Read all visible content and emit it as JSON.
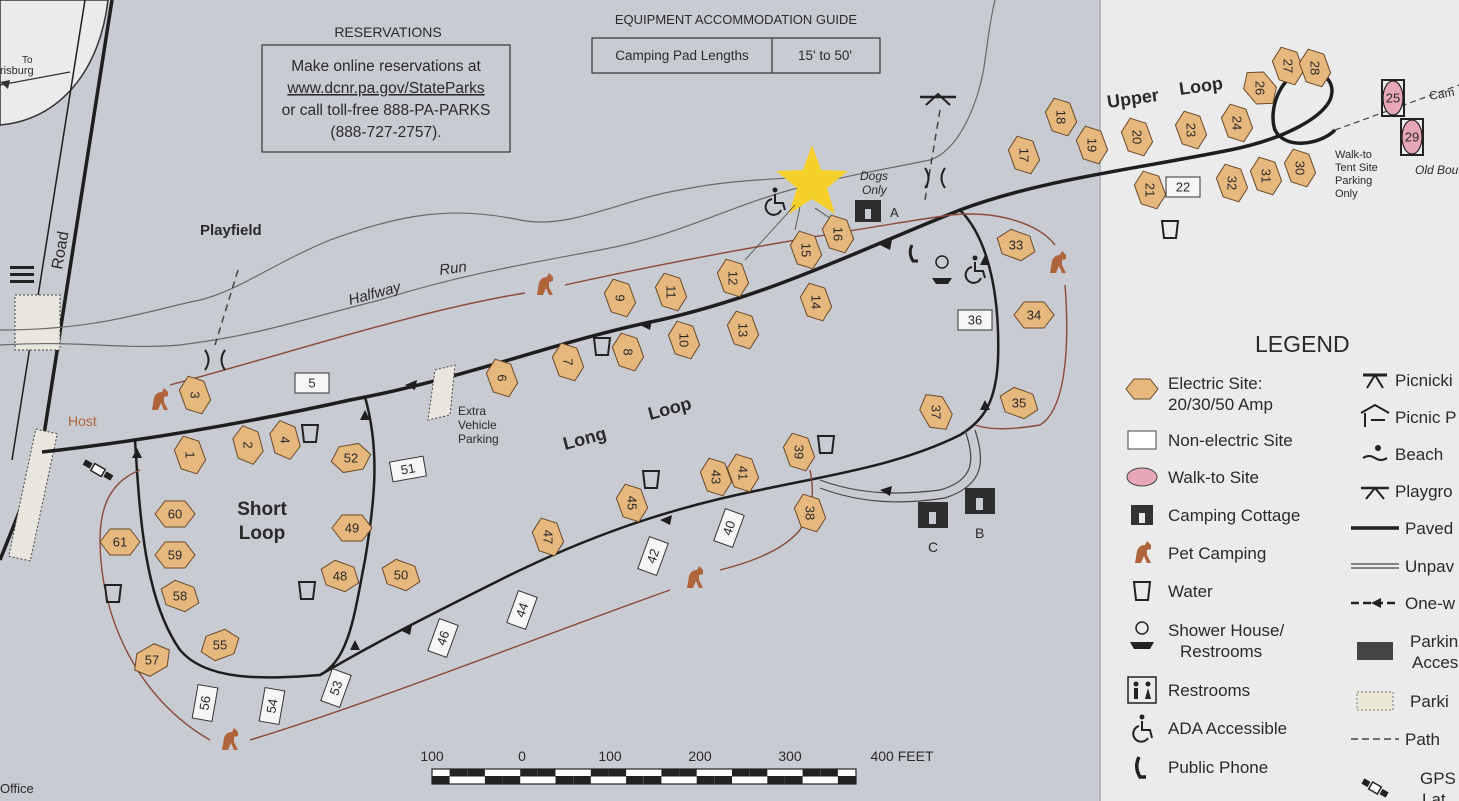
{
  "reservations": {
    "title": "RESERVATIONS",
    "line1": "Make online reservations at",
    "line2": "www.dcnr.pa.gov/StateParks",
    "line3": "or call toll-free 888-PA-PARKS",
    "line4": "(888-727-2757)."
  },
  "equipment": {
    "title": "EQUIPMENT ACCOMMODATION GUIDE",
    "label": "Camping Pad Lengths",
    "value": "15' to 50'"
  },
  "labels": {
    "to": "To",
    "burg": "risburg",
    "road": "Road",
    "playfield": "Playfield",
    "halfway": "Halfway",
    "run": "Run",
    "host": "Host",
    "extra1": "Extra",
    "extra2": "Vehicle",
    "extra3": "Parking",
    "long": "Long",
    "loop": "Loop",
    "short": "Short",
    "short_loop": "Loop",
    "upper": "Upper",
    "upper_loop": "Loop",
    "dogs1": "Dogs",
    "dogs2": "Only",
    "cottage_a": "A",
    "cottage_b": "B",
    "cottage_c": "C",
    "walkto1": "Walk-to",
    "walkto2": "Tent Site",
    "walkto3": "Parking",
    "walkto4": "Only",
    "old_bou": "Old Bou",
    "cam": "Cam",
    "office": "Office"
  },
  "electric_sites": [
    "1",
    "2",
    "3",
    "4",
    "6",
    "7",
    "8",
    "9",
    "10",
    "11",
    "12",
    "13",
    "14",
    "15",
    "16",
    "17",
    "18",
    "19",
    "20",
    "21",
    "23",
    "24",
    "26",
    "27",
    "28",
    "30",
    "31",
    "32",
    "33",
    "34",
    "35",
    "37",
    "38",
    "39",
    "41",
    "43",
    "45",
    "47",
    "48",
    "49",
    "50",
    "52",
    "55",
    "57",
    "58",
    "59",
    "60",
    "61"
  ],
  "nonelectric_sites": [
    "5",
    "22",
    "36",
    "40",
    "42",
    "44",
    "46",
    "51",
    "53",
    "54",
    "56"
  ],
  "walkto_sites": [
    "25",
    "29"
  ],
  "scale": {
    "ticks": [
      "100",
      "0",
      "100",
      "200",
      "300",
      "400 FEET"
    ]
  },
  "legend": {
    "title": "LEGEND",
    "col1": [
      {
        "icon": "electric-site-icon",
        "label": "Electric Site:",
        "label2": "20/30/50 Amp"
      },
      {
        "icon": "non-electric-site-icon",
        "label": "Non-electric Site"
      },
      {
        "icon": "walk-to-site-icon",
        "label": "Walk-to Site"
      },
      {
        "icon": "camping-cottage-icon",
        "label": "Camping Cottage"
      },
      {
        "icon": "pet-camping-icon",
        "label": "Pet Camping"
      },
      {
        "icon": "water-icon",
        "label": "Water"
      },
      {
        "icon": "shower-house-icon",
        "label": "Shower House/",
        "label2": "Restrooms"
      },
      {
        "icon": "restrooms-icon",
        "label": "Restrooms"
      },
      {
        "icon": "ada-accessible-icon",
        "label": "ADA Accessible"
      },
      {
        "icon": "public-phone-icon",
        "label": "Public Phone"
      }
    ],
    "col2": [
      {
        "icon": "picnic-table-icon",
        "label": "Picnicki"
      },
      {
        "icon": "picnic-pavilion-icon",
        "label": "Picnic P"
      },
      {
        "icon": "beach-icon",
        "label": "Beach"
      },
      {
        "icon": "playground-icon",
        "label": "Playgro"
      },
      {
        "icon": "paved-road-icon",
        "label": "Paved"
      },
      {
        "icon": "unpaved-road-icon",
        "label": "Unpav"
      },
      {
        "icon": "one-way-icon",
        "label": "One-w"
      },
      {
        "icon": "accessible-parking-icon",
        "label": "Parkin",
        "label2": "Acces"
      },
      {
        "icon": "parking-icon",
        "label": "Parki"
      },
      {
        "icon": "path-icon",
        "label": "Path"
      },
      {
        "icon": "gps-icon",
        "label": "GPS",
        "label2": "Lat"
      }
    ]
  },
  "colors": {
    "paper": "#c9cbd2",
    "paper_right": "#ebebec",
    "electric": "#e7b87e",
    "walkto": "#e7a7b6",
    "road": "#1e1e1e",
    "trail": "#8a4a3a",
    "pet": "#b0643c",
    "star": "#f6d02a"
  }
}
